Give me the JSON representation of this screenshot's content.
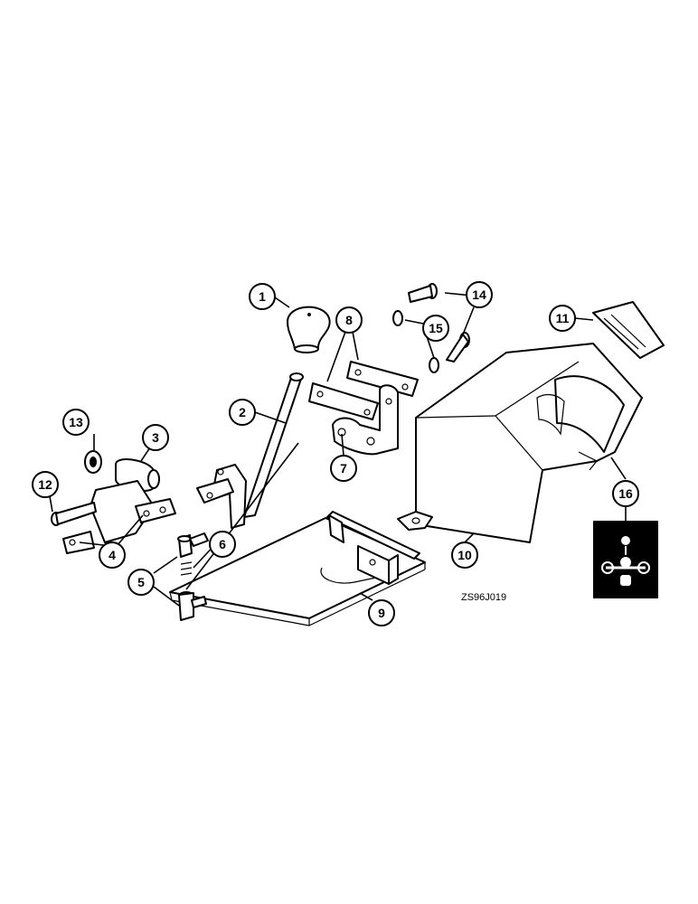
{
  "callouts": [
    "1",
    "2",
    "3",
    "4",
    "5",
    "6",
    "7",
    "8",
    "9",
    "10",
    "11",
    "12",
    "13",
    "14",
    "15",
    "16"
  ],
  "drawing_code": "ZS96J019"
}
